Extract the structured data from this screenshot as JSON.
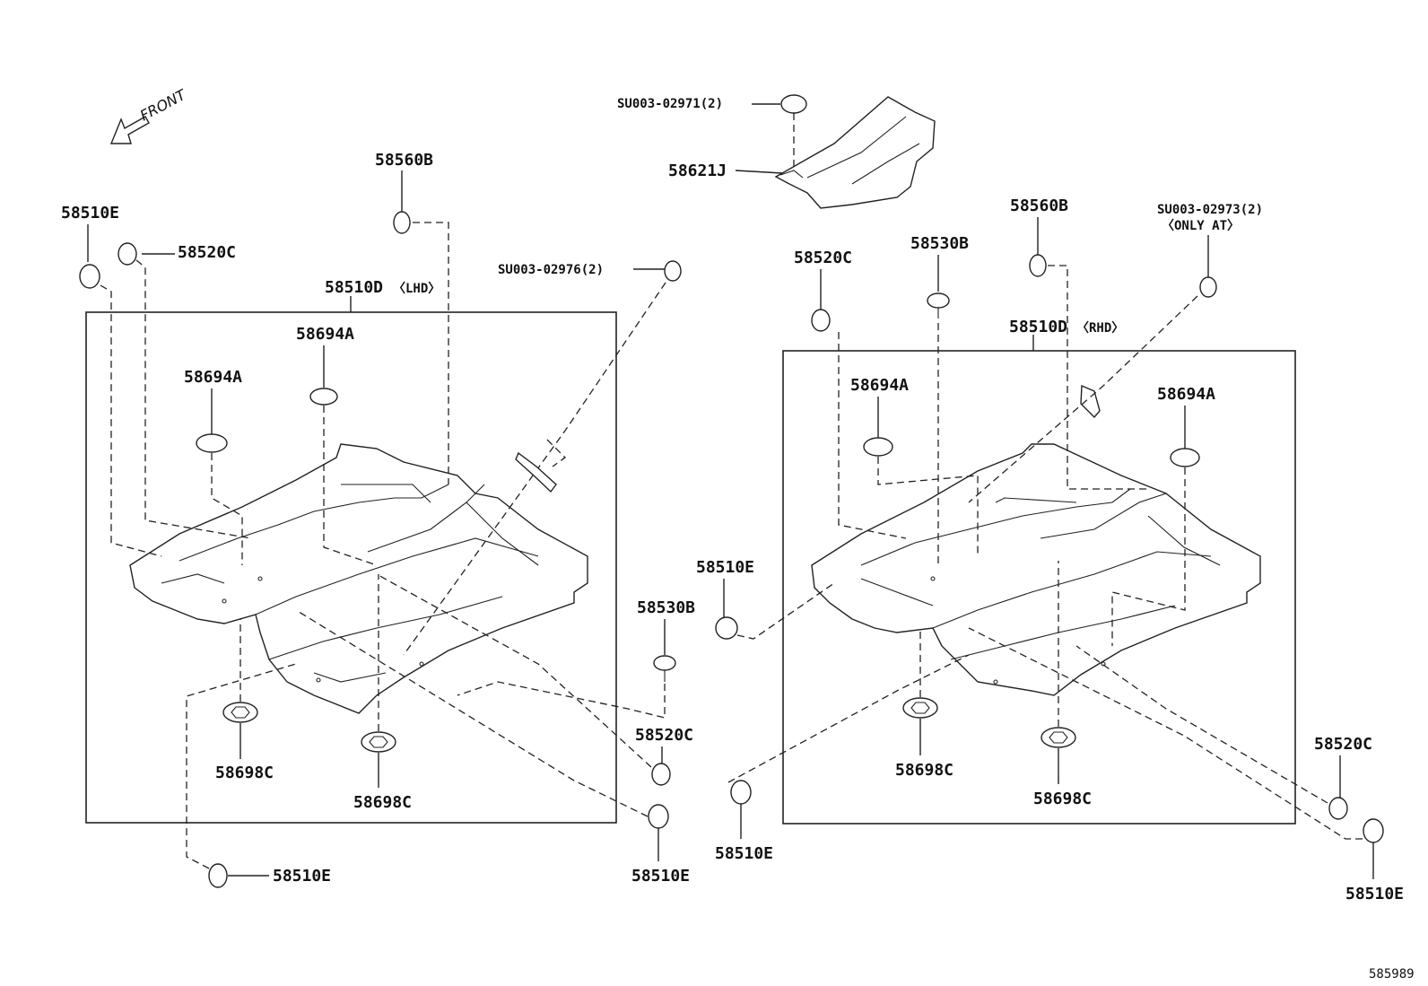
{
  "diagram": {
    "front_label": "FRONT",
    "figure_id": "585989",
    "labels": {
      "lhd_title": "58510D",
      "lhd_tag": "〈LHD〉",
      "rhd_title": "58510D",
      "rhd_tag": "〈RHD〉",
      "p58510E_tl": "58510E",
      "p58520C_tl": "58520C",
      "p58560B_l": "58560B",
      "su02976": "SU003-02976(2)",
      "su02971": "SU003-02971(2)",
      "p58621J": "58621J",
      "p58694A_l1": "58694A",
      "p58694A_l2": "58694A",
      "p58698C_l1": "58698C",
      "p58698C_l2": "58698C",
      "p58510E_bl": "58510E",
      "p58530B_m": "58530B",
      "p58520C_m": "58520C",
      "p58510E_m": "58510E",
      "p58520C_r": "58520C",
      "p58530B_r": "58530B",
      "p58560B_r": "58560B",
      "su02973": "SU003-02973(2)",
      "only_at": "〈ONLY AT〉",
      "p58510E_rl": "58510E",
      "p58694A_r1": "58694A",
      "p58694A_r2": "58694A",
      "p58698C_r1": "58698C",
      "p58698C_r2": "58698C",
      "p58510E_rb": "58510E",
      "p58520C_rr": "58520C",
      "p58510E_rr": "58510E"
    }
  }
}
